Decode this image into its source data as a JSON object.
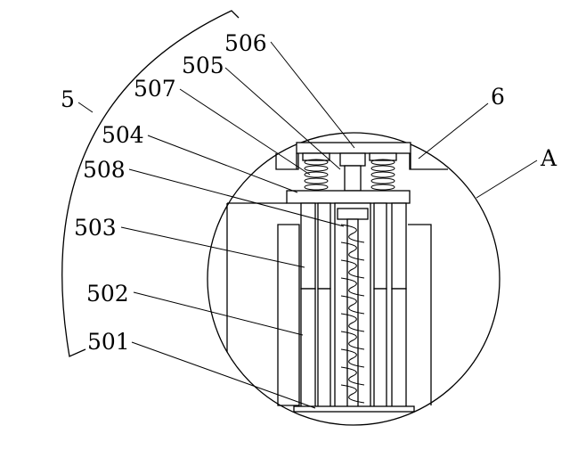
{
  "labels": {
    "l5": "5",
    "l506": "506",
    "l505": "505",
    "l507": "507",
    "l6": "6",
    "l504": "504",
    "lA": "A",
    "l508": "508",
    "l503": "503",
    "l502": "502",
    "l501": "501"
  }
}
